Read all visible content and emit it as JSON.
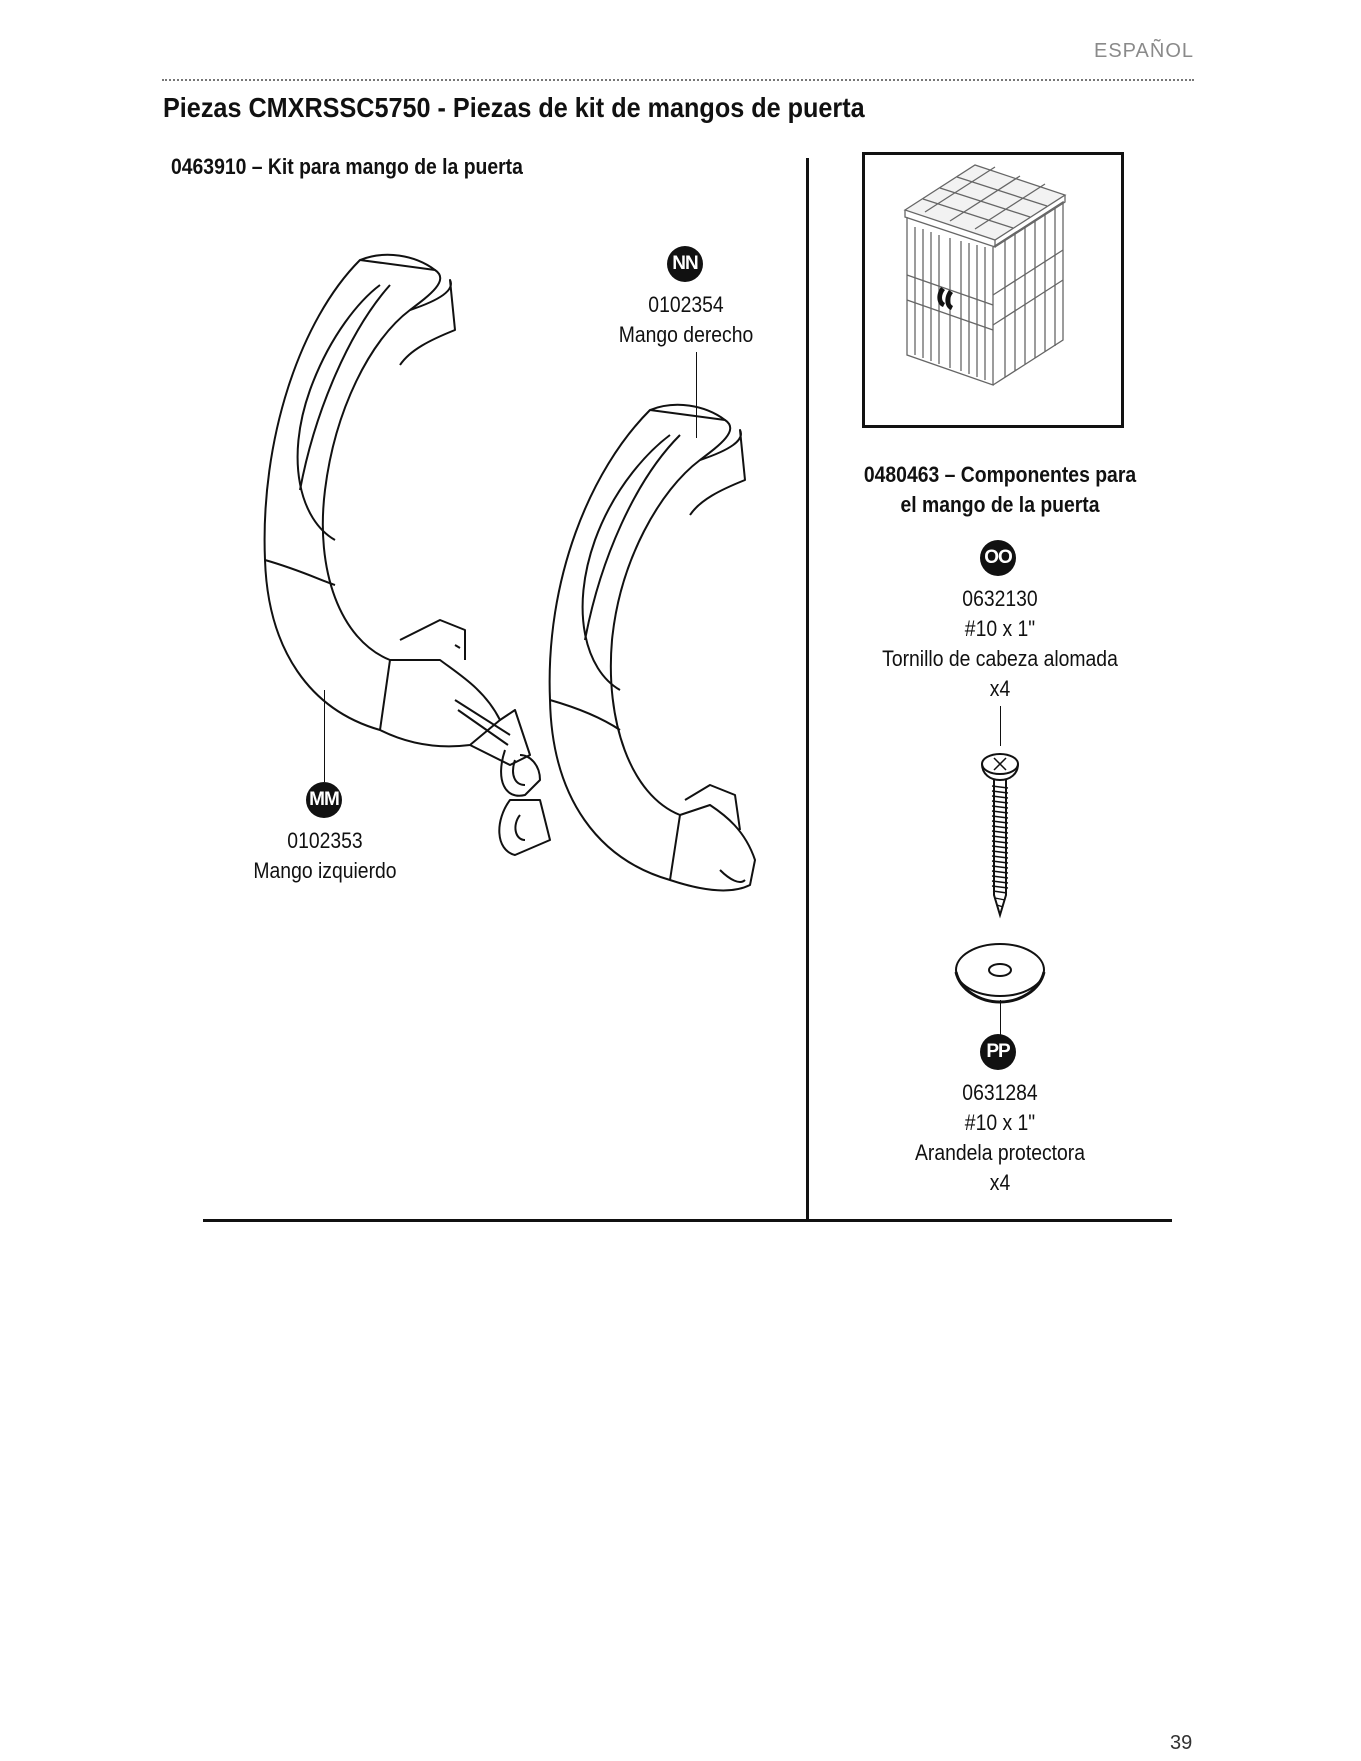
{
  "header": {
    "language": "ESPAÑOL"
  },
  "title": "Piezas CMXRSSC5750 - Piezas de kit de mangos de puerta",
  "left_section": {
    "heading": "0463910 – Kit para mango de la puerta",
    "parts": [
      {
        "badge": "NN",
        "number": "0102354",
        "name": "Mango derecho"
      },
      {
        "badge": "MM",
        "number": "0102353",
        "name": "Mango izquierdo"
      }
    ]
  },
  "right_section": {
    "heading_line1": "0480463 – Componentes para",
    "heading_line2": "el mango de la puerta",
    "parts": [
      {
        "badge": "OO",
        "number": "0632130",
        "size": "#10 x 1\"",
        "name": "Tornillo de cabeza alomada",
        "qty": "x4"
      },
      {
        "badge": "PP",
        "number": "0631284",
        "size": "#10 x 1\"",
        "name": "Arandela protectora",
        "qty": "x4"
      }
    ]
  },
  "footer": {
    "page_number": "39"
  }
}
